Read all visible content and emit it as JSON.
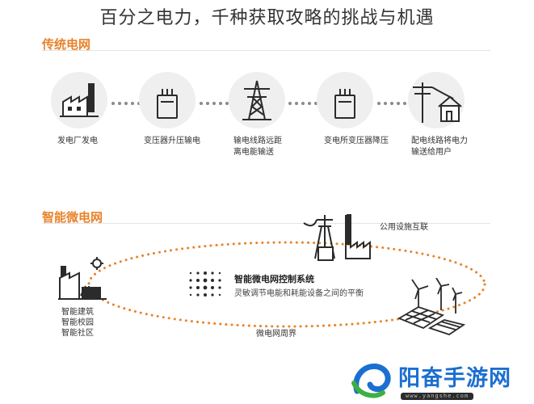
{
  "page_title": "百分之电力，千种获取攻略的挑战与机遇",
  "traditional": {
    "title": "传统电网",
    "nodes": [
      {
        "label": "发电厂发电",
        "icon": "power-plant-icon"
      },
      {
        "label": "变压器升压输电",
        "icon": "transformer-icon"
      },
      {
        "label": "输电线路远距\n离电能输送",
        "icon": "transmission-tower-icon"
      },
      {
        "label": "变电所变压器降压",
        "icon": "transformer-icon"
      },
      {
        "label": "配电线路将电力\n输送给用户",
        "icon": "distribution-house-icon"
      }
    ]
  },
  "microgrid": {
    "title": "智能微电网",
    "public_grid_label": "公用设施互联",
    "buildings_label": "智能建筑\n智能校园\n智能社区",
    "control_title": "智能微电网控制系统",
    "control_desc": "灵敏调节电能和耗能设备之间的平衡",
    "boundary_label": "微电网周界"
  },
  "watermark": {
    "brand": "阳奋手游网",
    "url": "www.yangshe.com"
  },
  "colors": {
    "accent": "#e8832a",
    "icon_dark": "#2b2b2b",
    "circle_bg": "#efefef",
    "dot_gray": "#8a8a8a",
    "watermark_blue": "#1b6fd0"
  }
}
